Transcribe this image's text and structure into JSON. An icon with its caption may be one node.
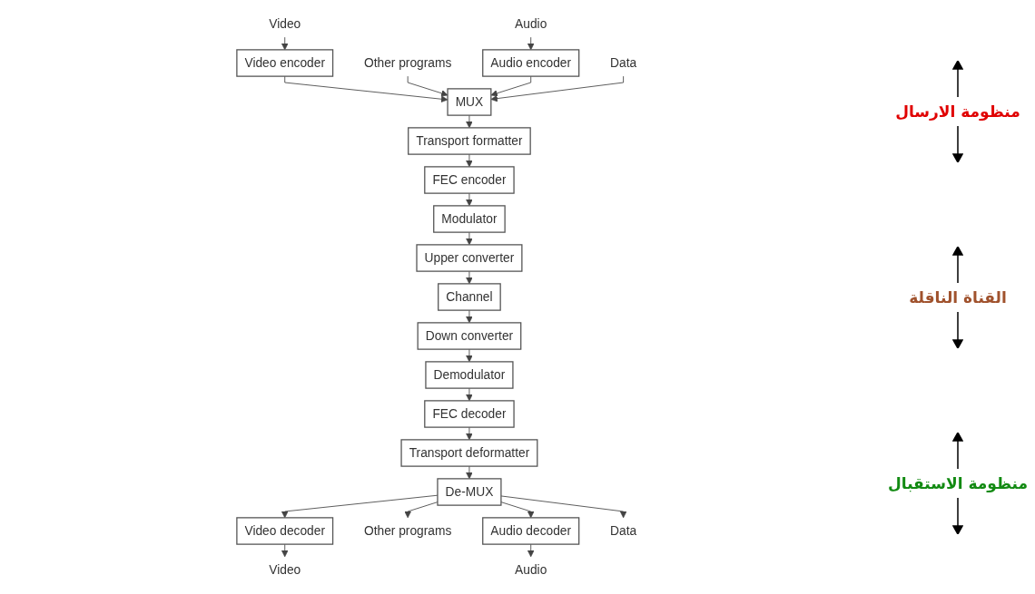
{
  "diagram": {
    "nodes": [
      {
        "text": [
          "Video"
        ]
      },
      {
        "text": [
          "Video encoder"
        ]
      },
      {
        "text": [
          "Other programs"
        ]
      },
      {
        "text": [
          "Audio"
        ]
      },
      {
        "text": [
          "Audio encoder"
        ]
      },
      {
        "text": [
          "MUX"
        ]
      },
      {
        "text": [
          "Transport formatter"
        ]
      },
      {
        "text": [
          "FEC encoder"
        ]
      },
      {
        "text": [
          "Modulator"
        ]
      },
      {
        "text": [
          "Data"
        ]
      },
      {
        "text": [
          "Upper converter"
        ]
      },
      {
        "text": [
          "Channel"
        ]
      },
      {
        "text": [
          "Down converter"
        ]
      },
      {
        "text": [
          "Video"
        ]
      },
      {
        "text": [
          "Video decoder"
        ]
      },
      {
        "text": [
          "Other programs"
        ]
      },
      {
        "text": [
          "Audio"
        ]
      },
      {
        "text": [
          "Audio decoder"
        ]
      },
      {
        "text": [
          "De-MUX"
        ]
      },
      {
        "text": [
          "Transport deformatter"
        ]
      },
      {
        "text": [
          "FEC decoder"
        ]
      },
      {
        "text": [
          "Demodulator"
        ]
      },
      {
        "text": [
          "Data"
        ]
      }
    ],
    "edges": [
      {
        "from": 0,
        "to": 1,
        "arrow": "to"
      },
      {
        "from": 1,
        "to": 5,
        "arrow": "to"
      },
      {
        "from": 2,
        "to": 5,
        "arrow": "to"
      },
      {
        "from": 3,
        "to": 4,
        "arrow": "to"
      },
      {
        "from": 4,
        "to": 5,
        "arrow": "to"
      },
      {
        "from": 9,
        "to": 5,
        "arrow": "to"
      },
      {
        "from": 5,
        "to": 6,
        "arrow": "to"
      },
      {
        "from": 6,
        "to": 7,
        "arrow": "to"
      },
      {
        "from": 7,
        "to": 8,
        "arrow": "to"
      },
      {
        "from": 8,
        "to": 10,
        "arrow": "to"
      },
      {
        "from": 10,
        "to": 11,
        "arrow": "to"
      },
      {
        "from": 11,
        "to": 12,
        "arrow": "to"
      },
      {
        "from": 12,
        "to": 21,
        "arrow": "to"
      },
      {
        "from": 21,
        "to": 20,
        "arrow": "to"
      },
      {
        "from": 20,
        "to": 19,
        "arrow": "to"
      },
      {
        "from": 19,
        "to": 18,
        "arrow": "to"
      },
      {
        "from": 18,
        "to": 14,
        "arrow": "to"
      },
      {
        "from": 18,
        "to": 15,
        "arrow": "to"
      },
      {
        "from": 18,
        "to": 17,
        "arrow": "to"
      },
      {
        "from": 18,
        "to": 22,
        "arrow": "to"
      },
      {
        "from": 14,
        "to": 13,
        "arrow": "to"
      },
      {
        "from": 17,
        "to": 16,
        "arrow": "to"
      }
    ],
    "labels": [
      "منظومة الارسال",
      "القناة الناقلة",
      "منظومة الاستقبال"
    ]
  }
}
